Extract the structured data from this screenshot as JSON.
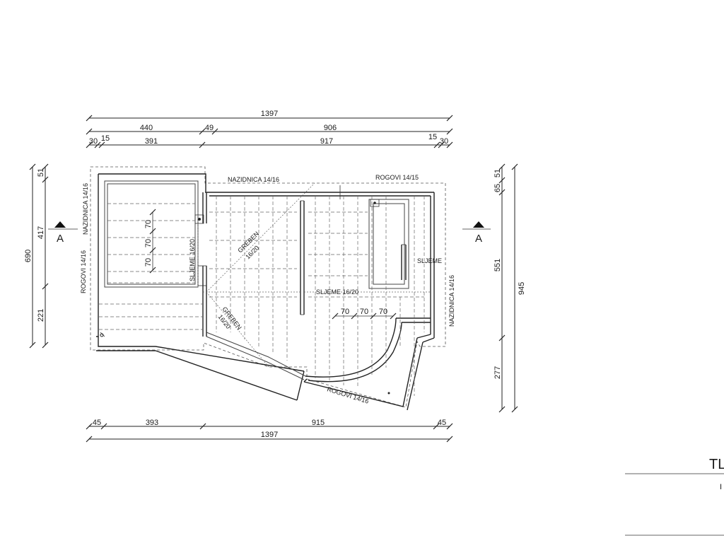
{
  "dims_top": {
    "total": "1397",
    "seg_440": "440",
    "seg_49": "49",
    "seg_906": "906",
    "seg_30a": "30",
    "seg_15a": "15",
    "seg_391": "391",
    "seg_917": "917",
    "seg_15b": "15",
    "seg_30b": "30"
  },
  "dims_bottom": {
    "seg_45a": "45",
    "seg_393": "393",
    "seg_915": "915",
    "seg_45b": "45",
    "total": "1397"
  },
  "dims_left": {
    "total": "690",
    "seg_51": "51",
    "seg_417": "417",
    "seg_221": "221"
  },
  "dims_right": {
    "total": "945",
    "seg_65": "65",
    "seg_51": "51",
    "seg_551": "551",
    "seg_277": "277"
  },
  "section_marks": {
    "left": "A",
    "right": "A"
  },
  "plan_labels": {
    "nazidnica_top": "NAZIDNICA 14/16",
    "rogovi_top": "ROGOVI 14/15",
    "nazidnica_left": "NAZIDNICA 14/16",
    "rogovi_left": "ROGOVI 14/16",
    "sljeme_left": "SLJEME 16/20",
    "greben_upper_line1": "GREBEN",
    "greben_upper_line2": "16/20",
    "greben_lower_line1": "GREBEN",
    "greben_lower_line2": "16/20",
    "sljeme_center": "SLJEME 16/20",
    "sljeme_right": "SLJEME",
    "nazidnica_right": "NAZIDNICA 14/16",
    "rogovi_bottom": "ROGOVI 14/16",
    "spacing_70": "70"
  },
  "title_block": {
    "title": "TL",
    "subtitle": "I"
  }
}
